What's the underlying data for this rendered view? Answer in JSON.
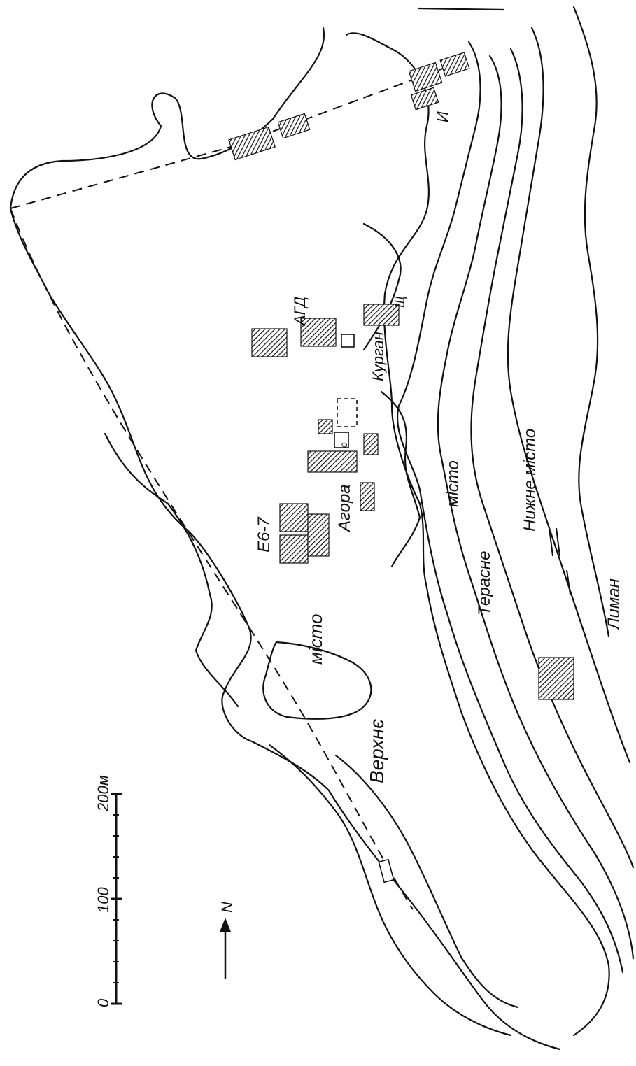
{
  "labels": {
    "verkhne": "Верхнє",
    "misto_upper": "місто",
    "agora": "Агора",
    "e67": "Е6-7",
    "agd": "АГД",
    "kurgan": "Курган",
    "terasne": "Терасне",
    "misto_terrace": "місто",
    "nyzhne_misto": "Нижне місто",
    "lyman": "Лиман",
    "i_label": "И",
    "o_label": "о",
    "shch_label": "Щ"
  },
  "scale": {
    "t0": "0",
    "t100": "100",
    "t200": "200м"
  },
  "north": "N"
}
